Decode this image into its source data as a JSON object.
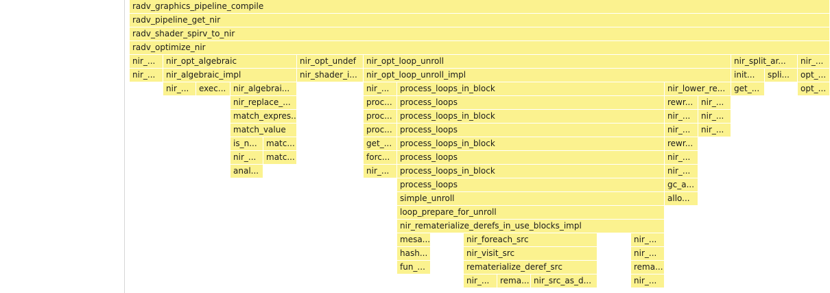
{
  "colors": {
    "frame_fill": "#fbf28f",
    "text": "#1a1a1a",
    "background": "#ffffff"
  },
  "frames": [
    {
      "label": "radv_graphics_pipeline_compile"
    },
    {
      "label": "radv_pipeline_get_nir"
    },
    {
      "label": "radv_shader_spirv_to_nir"
    },
    {
      "label": "radv_optimize_nir"
    },
    {
      "label": "nir_..."
    },
    {
      "label": "nir_opt_algebraic"
    },
    {
      "label": "nir_opt_undef"
    },
    {
      "label": "nir_opt_loop_unroll"
    },
    {
      "label": "nir_split_ar..."
    },
    {
      "label": "nir_..."
    },
    {
      "label": "nir_..."
    },
    {
      "label": "nir_algebraic_impl"
    },
    {
      "label": "nir_shader_i..."
    },
    {
      "label": "nir_opt_loop_unroll_impl"
    },
    {
      "label": "init..."
    },
    {
      "label": "spli..."
    },
    {
      "label": "opt_..."
    },
    {
      "label": "nir_..."
    },
    {
      "label": "exec..."
    },
    {
      "label": "nir_algebrai..."
    },
    {
      "label": "nir_..."
    },
    {
      "label": "process_loops_in_block"
    },
    {
      "label": "nir_lower_re..."
    },
    {
      "label": "get_..."
    },
    {
      "label": "opt_..."
    },
    {
      "label": "nir_replace_..."
    },
    {
      "label": "proc..."
    },
    {
      "label": "process_loops"
    },
    {
      "label": "rewr..."
    },
    {
      "label": "nir_..."
    },
    {
      "label": "match_expres..."
    },
    {
      "label": "proc..."
    },
    {
      "label": "process_loops_in_block"
    },
    {
      "label": "nir_..."
    },
    {
      "label": "nir_..."
    },
    {
      "label": "match_value"
    },
    {
      "label": "proc..."
    },
    {
      "label": "process_loops"
    },
    {
      "label": "nir_..."
    },
    {
      "label": "nir_..."
    },
    {
      "label": "is_n..."
    },
    {
      "label": "matc..."
    },
    {
      "label": "get_..."
    },
    {
      "label": "process_loops_in_block"
    },
    {
      "label": "rewr..."
    },
    {
      "label": "nir_..."
    },
    {
      "label": "matc..."
    },
    {
      "label": "forc..."
    },
    {
      "label": "process_loops"
    },
    {
      "label": "nir_..."
    },
    {
      "label": "anal..."
    },
    {
      "label": "nir_..."
    },
    {
      "label": "process_loops_in_block"
    },
    {
      "label": "nir_..."
    },
    {
      "label": "process_loops"
    },
    {
      "label": "gc_a..."
    },
    {
      "label": "simple_unroll"
    },
    {
      "label": "allo..."
    },
    {
      "label": "loop_prepare_for_unroll"
    },
    {
      "label": "nir_rematerialize_derefs_in_use_blocks_impl"
    },
    {
      "label": "mesa..."
    },
    {
      "label": "nir_foreach_src"
    },
    {
      "label": "nir_..."
    },
    {
      "label": "hash..."
    },
    {
      "label": "nir_visit_src"
    },
    {
      "label": "nir_..."
    },
    {
      "label": "fun_..."
    },
    {
      "label": "rematerialize_deref_src"
    },
    {
      "label": "rema..."
    },
    {
      "label": "nir_..."
    },
    {
      "label": "rema..."
    },
    {
      "label": "nir_src_as_d..."
    },
    {
      "label": "nir_..."
    }
  ]
}
